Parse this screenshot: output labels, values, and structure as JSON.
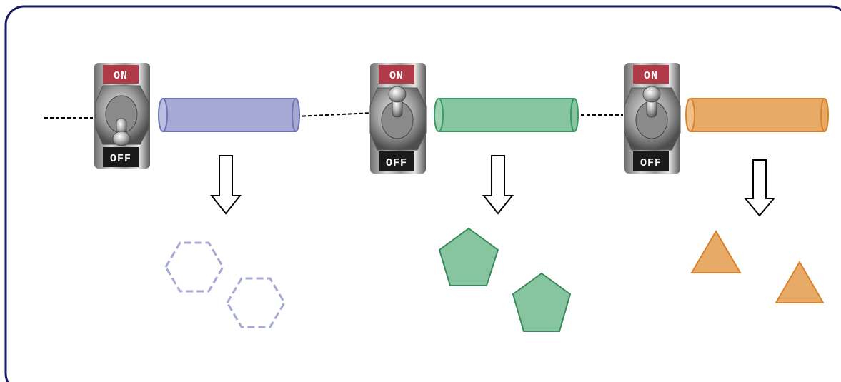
{
  "switches": [
    {
      "id": "switch-1",
      "on_label": "ON",
      "off_label": "OFF",
      "state": "off"
    },
    {
      "id": "switch-2",
      "on_label": "ON",
      "off_label": "OFF",
      "state": "on"
    },
    {
      "id": "switch-3",
      "on_label": "ON",
      "off_label": "OFF",
      "state": "on"
    }
  ],
  "cylinders": [
    {
      "id": "cylinder-1",
      "fill": "#a5a9d3",
      "stroke": "#6e74b6"
    },
    {
      "id": "cylinder-2",
      "fill": "#86c5a0",
      "stroke": "#3a9a62"
    },
    {
      "id": "cylinder-3",
      "fill": "#e8ab67",
      "stroke": "#d9822b"
    }
  ],
  "outputs": [
    {
      "shape": "hexagon",
      "style": "dashed",
      "count": 2,
      "color": "#a5a9d3"
    },
    {
      "shape": "pentagon",
      "style": "filled",
      "count": 2,
      "fill": "#86c5a0",
      "stroke": "#3a8a5c"
    },
    {
      "shape": "triangle",
      "style": "filled",
      "count": 2,
      "fill": "#e8ab67",
      "stroke": "#d9822b"
    }
  ],
  "colors": {
    "frame_border": "#1c1c66",
    "arrow_stroke": "#000000",
    "connector": "#000000",
    "switch_on_plate": "#b03a48",
    "switch_off_plate": "#1a1a1a"
  }
}
